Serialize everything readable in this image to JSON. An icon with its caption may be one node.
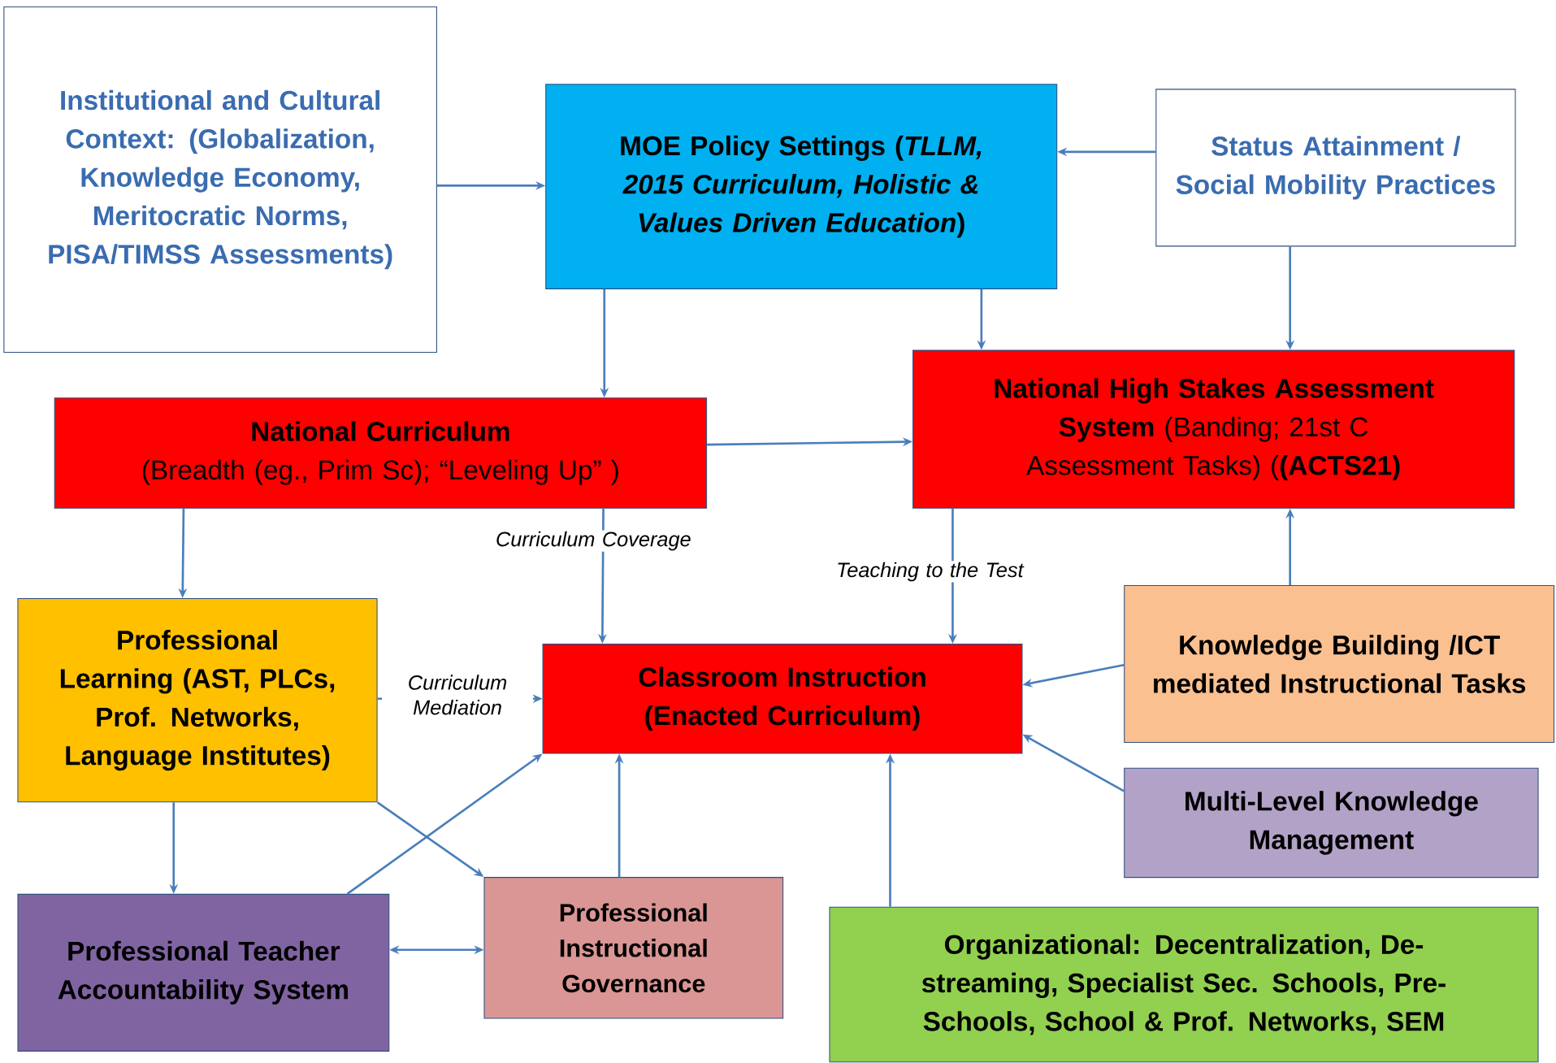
{
  "diagram": {
    "nodes": [
      {
        "text": [
          "Institutional and Cultural Context: (Globalization, Knowledge Economy, Meritocratic Norms, PISA/TIMSS Assessments)"
        ]
      },
      {
        "text": [
          "MOE Policy Settings (*TLLM, 2015 Curriculum, Holistic & Values Driven Education*)"
        ]
      },
      {
        "text": [
          "Status Attainment / Social Mobility Practices"
        ]
      },
      {
        "text": [
          "National Curriculum",
          "(Breadth (eg., Prim Sc); “Leveling Up” )"
        ]
      },
      {
        "text": [
          "**National High Stakes Assessment System** (Banding; 21st C Assessment Tasks) (**(ACTS21)**"
        ]
      },
      {
        "text": [
          "Professional Learning (AST, PLCs, Prof. Networks, Language Institutes)"
        ]
      },
      {
        "text": [
          "Classroom Instruction (Enacted Curriculum)"
        ]
      },
      {
        "text": [
          "Knowledge Building /ICT mediated Instructional Tasks"
        ]
      },
      {
        "text": [
          "Multi-Level Knowledge Management"
        ]
      },
      {
        "text": [
          "Professional Teacher Accountability System"
        ]
      },
      {
        "text": [
          "Professional Instructional Governance"
        ]
      },
      {
        "text": [
          "Organizational: Decentralization, De-streaming, Specialist Sec. Schools, Pre-Schools, School & Prof. Networks, SEM"
        ]
      }
    ],
    "edges": [
      {
        "from": 0,
        "to": 1,
        "arrow": "to"
      },
      {
        "from": 2,
        "to": 1,
        "arrow": "to"
      },
      {
        "from": 1,
        "to": 3,
        "arrow": "to"
      },
      {
        "from": 1,
        "to": 4,
        "arrow": "to"
      },
      {
        "from": 2,
        "to": 4,
        "arrow": "to"
      },
      {
        "from": 3,
        "to": 4,
        "arrow": "to"
      },
      {
        "from": 3,
        "to": 5,
        "arrow": "to"
      },
      {
        "from": 3,
        "to": 6,
        "arrow": "to",
        "label": "Curriculum Coverage"
      },
      {
        "from": 4,
        "to": 6,
        "arrow": "to",
        "label": "Teaching to the Test"
      },
      {
        "from": 7,
        "to": 4,
        "arrow": "to"
      },
      {
        "from": 5,
        "to": 6,
        "arrow": "to",
        "label": "Curriculum Mediation"
      },
      {
        "from": 7,
        "to": 6,
        "arrow": "to"
      },
      {
        "from": 8,
        "to": 6,
        "arrow": "to"
      },
      {
        "from": 5,
        "to": 9,
        "arrow": "to"
      },
      {
        "from": 9,
        "to": 6,
        "arrow": "to"
      },
      {
        "from": 5,
        "to": 10,
        "arrow": "to"
      },
      {
        "from": 9,
        "to": 10,
        "arrow": "both"
      },
      {
        "from": 10,
        "to": 6,
        "arrow": "to"
      },
      {
        "from": 11,
        "to": 6,
        "arrow": "to"
      }
    ]
  }
}
